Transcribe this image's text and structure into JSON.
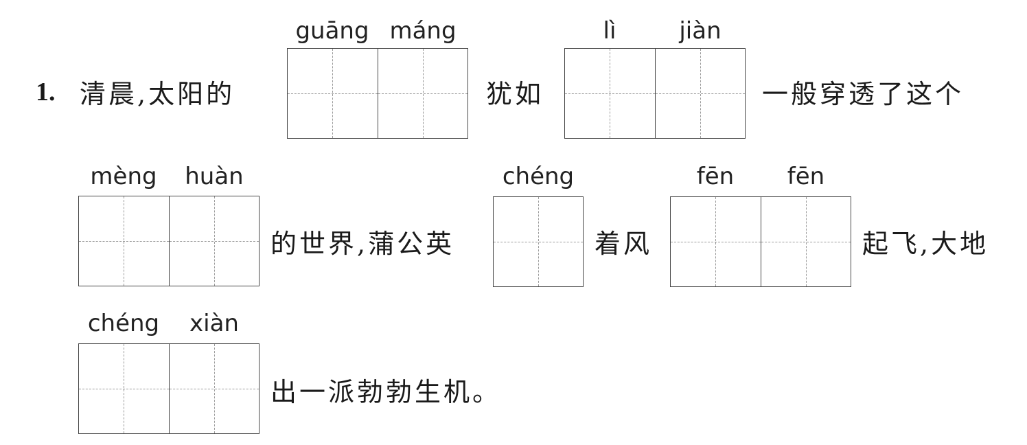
{
  "question": {
    "number": "1.",
    "line1": {
      "text_a": "清晨,太阳的",
      "pinyin_a": [
        "guāng",
        "máng"
      ],
      "text_b": "犹如",
      "pinyin_b": [
        "lì",
        "jiàn"
      ],
      "text_c": "一般穿透了这个"
    },
    "line2": {
      "pinyin_a": [
        "mèng",
        "huàn"
      ],
      "text_a": "的世界,蒲公英",
      "pinyin_b": [
        "chéng"
      ],
      "text_b": "着风",
      "pinyin_c": [
        "fēn",
        "fēn"
      ],
      "text_c": "起飞,大地"
    },
    "line3": {
      "pinyin_a": [
        "chéng",
        "xiàn"
      ],
      "text_a": "出一派勃勃生机。"
    }
  }
}
